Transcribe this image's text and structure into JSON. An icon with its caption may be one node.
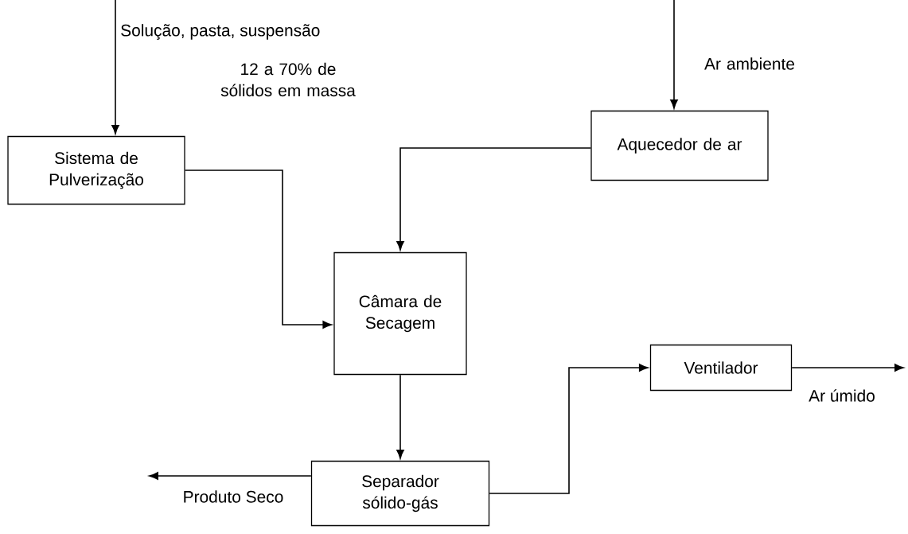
{
  "diagram": {
    "nodes": [
      {
        "text": [
          "Sistema de Pulverização"
        ]
      },
      {
        "text": [
          "Aquecedor de ar"
        ]
      },
      {
        "text": [
          "Câmara de Secagem"
        ]
      },
      {
        "text": [
          "Ventilador"
        ]
      },
      {
        "text": [
          "Separador sólido-gás"
        ]
      }
    ],
    "edges": [
      {
        "from": null,
        "to": 0,
        "arrow": "to",
        "label": "Solução, pasta, suspensão"
      },
      {
        "from": null,
        "to": 1,
        "arrow": "to",
        "label": "Ar ambiente"
      },
      {
        "from": 1,
        "to": 2,
        "arrow": "to"
      },
      {
        "from": 0,
        "to": 2,
        "arrow": "to"
      },
      {
        "from": 2,
        "to": 4,
        "arrow": "to"
      },
      {
        "from": 4,
        "to": 3,
        "arrow": "to"
      },
      {
        "from": 3,
        "to": null,
        "arrow": "to",
        "label": "Ar úmido"
      },
      {
        "from": 4,
        "to": null,
        "arrow": "to",
        "label": "Produto Seco"
      }
    ],
    "labels": [
      "12 a 70% de sólidos em massa"
    ]
  }
}
